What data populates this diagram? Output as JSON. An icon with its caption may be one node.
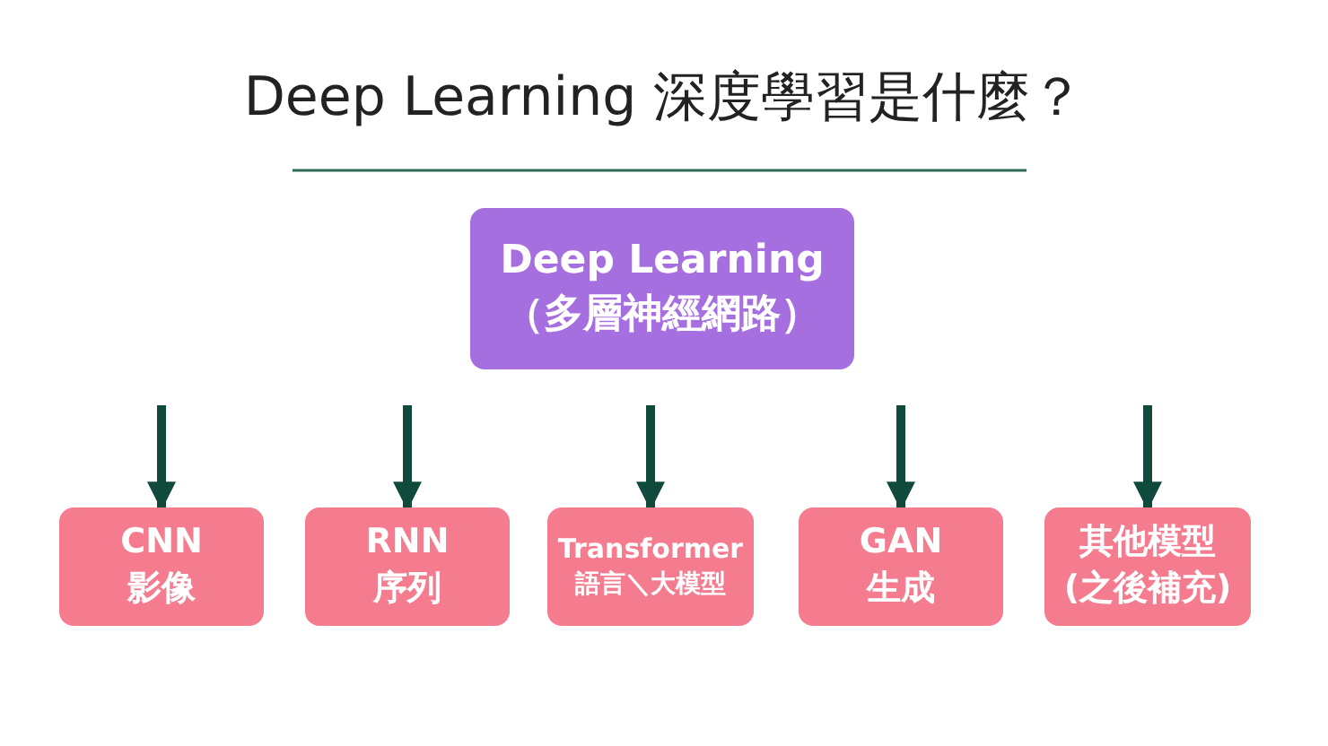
{
  "diagram": {
    "title": "Deep Learning 深度學習是什麼？",
    "nodes": [
      {
        "text": [
          "Deep Learning",
          "（多層神經網路）"
        ]
      },
      {
        "text": [
          "CNN",
          "影像"
        ]
      },
      {
        "text": [
          "RNN",
          "序列"
        ]
      },
      {
        "text": [
          "Transformer",
          "語言＼大模型"
        ]
      },
      {
        "text": [
          "GAN",
          "生成"
        ]
      },
      {
        "text": [
          "其他模型",
          "(之後補充)"
        ]
      }
    ],
    "edges": [
      {
        "from": null,
        "to": 1,
        "arrow": "to"
      },
      {
        "from": null,
        "to": 2,
        "arrow": "to"
      },
      {
        "from": null,
        "to": 3,
        "arrow": "to"
      },
      {
        "from": null,
        "to": 4,
        "arrow": "to"
      },
      {
        "from": null,
        "to": 5,
        "arrow": "to"
      }
    ]
  }
}
